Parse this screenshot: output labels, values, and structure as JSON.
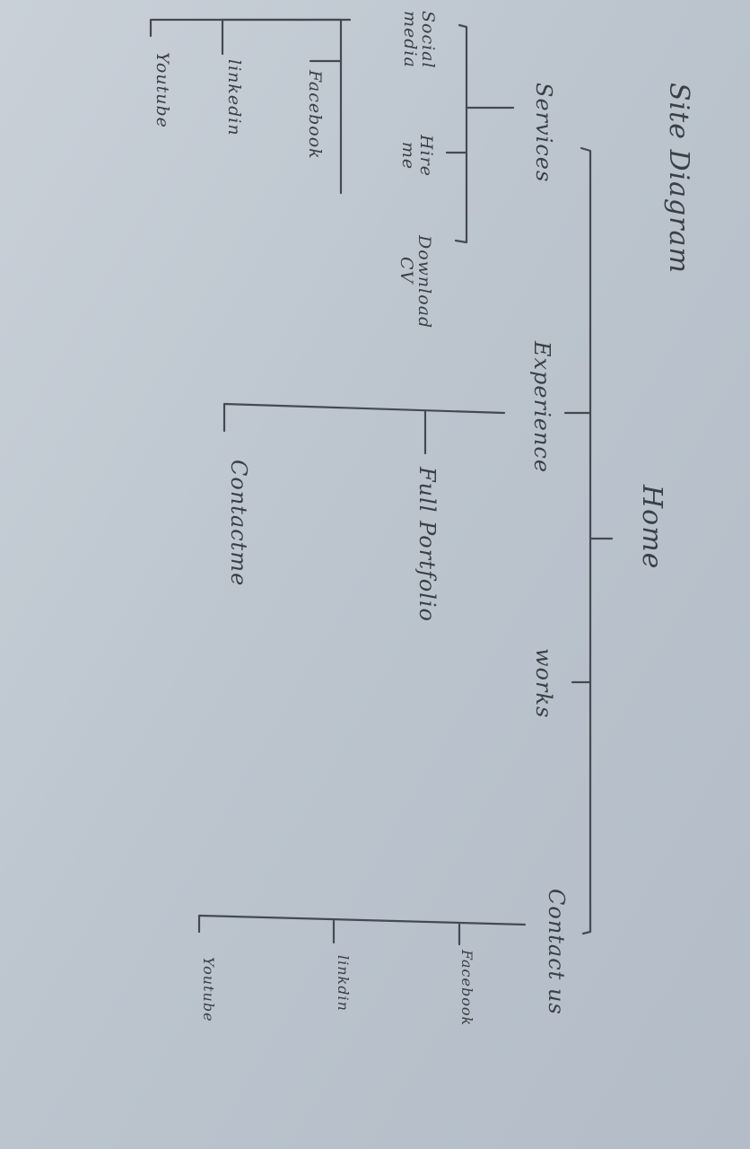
{
  "diagram": {
    "title": "Site Diagram",
    "root": "Home",
    "nodes": {
      "services": "Services",
      "experience": "Experience",
      "works": "works",
      "contact_us": "Contact us",
      "social_media_line1": "Social",
      "social_media_line2": "media",
      "hire_me_line1": "Hire",
      "hire_me_line2": "me",
      "download_cv_line1": "Download",
      "download_cv_line2": "CV",
      "full_portfolio": "Full Portfolio",
      "contact_me": "Contactme",
      "sm_facebook": "Facebook",
      "sm_linkedin": "linkedin",
      "sm_youtube": "Youtube",
      "cu_facebook": "Facebook",
      "cu_linkedin": "linkdin",
      "cu_youtube": "Youtube"
    }
  }
}
